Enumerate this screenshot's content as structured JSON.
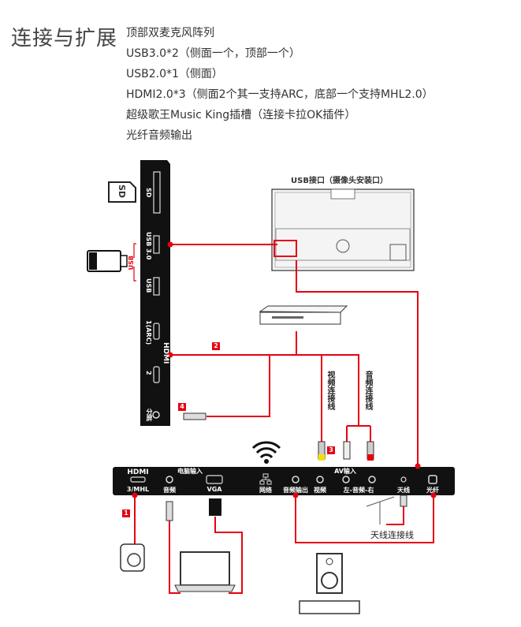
{
  "heading": "连接与扩展",
  "features": [
    "顶部双麦克风阵列",
    "USB3.0*2（侧面一个，顶部一个）",
    "USB2.0*1（侧面）",
    "HDMI2.0*3（侧面2个其一支持ARC，底部一个支持MHL2.0）",
    "超级歌王Music King插槽（连接卡拉OK插件）",
    "光纤音频输出"
  ],
  "diagram": {
    "tv_back_label": "USB接口（摄像头安装口）",
    "side_panel": {
      "sd": "SD",
      "usb3": "USB 3.0",
      "usb": "USB",
      "usb_group": "USB",
      "hdmi1": "1(ARC)",
      "hdmi_logo": "HDMI",
      "hdmi2": "2",
      "split": "分屏"
    },
    "sd_card": "SD",
    "video_cable": "视频连接线",
    "audio_cable": "音频连接线",
    "bottom_panel": {
      "hdmi_logo": "HDMI",
      "hdmi_mhl": "3/MHL",
      "pc_input": "电脑输入",
      "audio": "音频",
      "vga": "VGA",
      "network": "网络",
      "audio_out": "音频输出",
      "video": "视频",
      "av_input": "AV输入",
      "lr_audio": "左-音频-右",
      "antenna": "天线",
      "optical": "光纤"
    },
    "antenna_cable": "天线连接线",
    "badges": [
      "1",
      "2",
      "3",
      "4"
    ],
    "accent_color": "#e60012"
  }
}
